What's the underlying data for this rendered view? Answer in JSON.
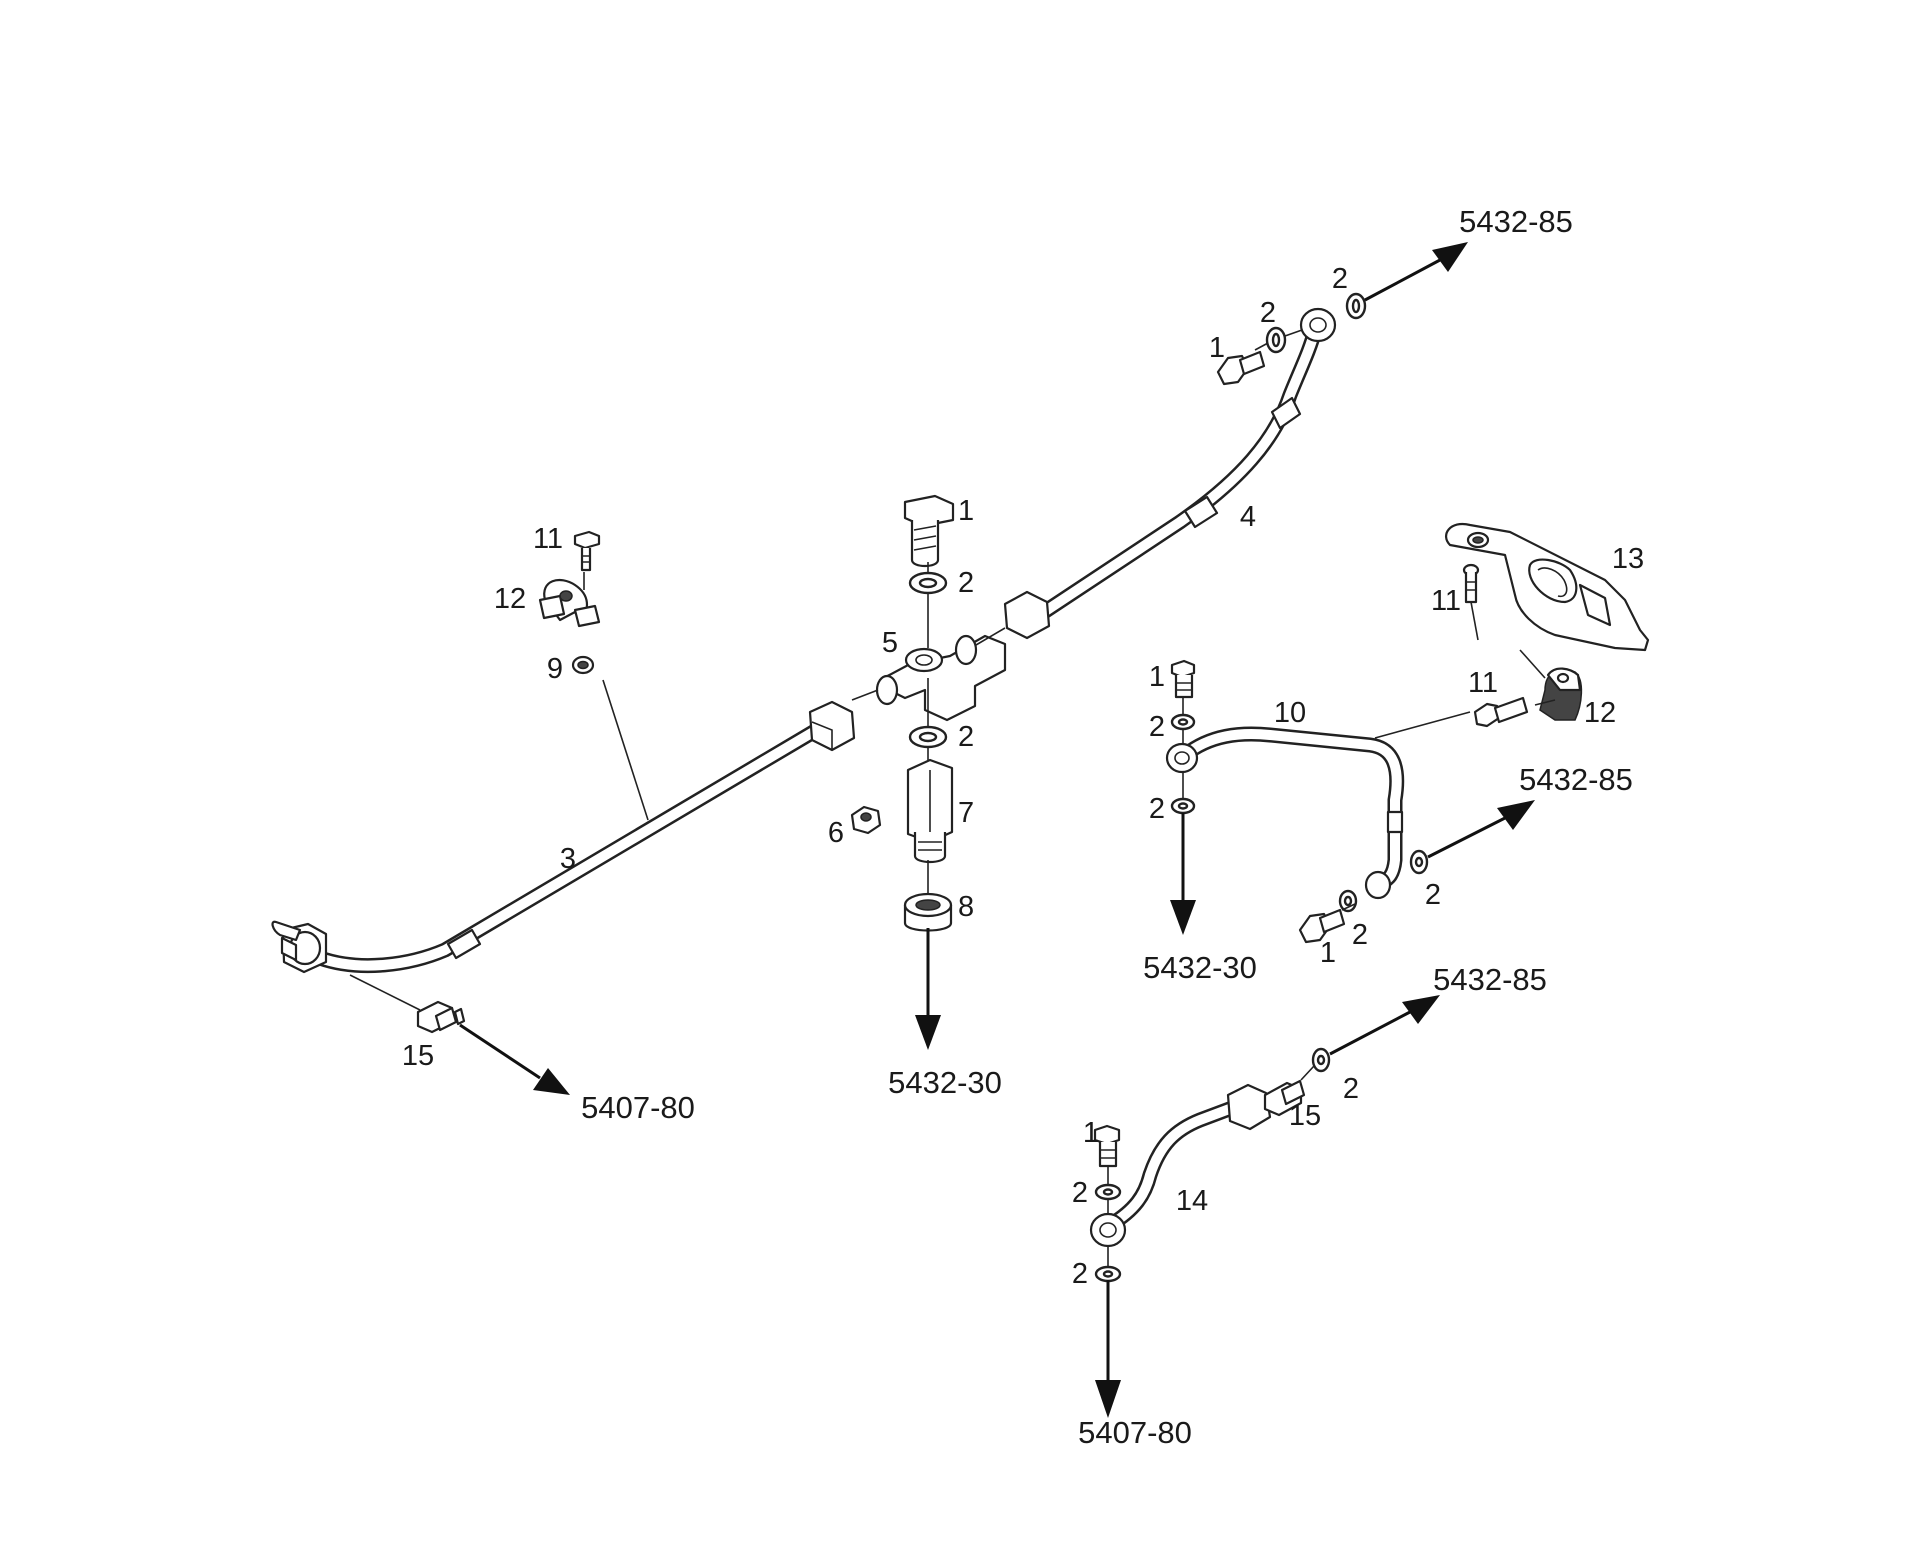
{
  "parts": {
    "p1a": "1",
    "p1b": "1",
    "p1c": "1",
    "p1d": "1",
    "p1e": "1",
    "p2a": "2",
    "p2b": "2",
    "p2c": "2",
    "p2d": "2",
    "p2e": "2",
    "p2f": "2",
    "p2g": "2",
    "p2h": "2",
    "p2i": "2",
    "p2j": "2",
    "p2k": "2",
    "p3": "3",
    "p4": "4",
    "p5": "5",
    "p6": "6",
    "p7": "7",
    "p8": "8",
    "p9": "9",
    "p10": "10",
    "p11a": "11",
    "p11b": "11",
    "p11c": "11",
    "p12a": "12",
    "p12b": "12",
    "p13": "13",
    "p14": "14",
    "p15a": "15",
    "p15b": "15"
  },
  "refs": {
    "r_top": "5432-85",
    "r_mid_right": "5432-85",
    "r_low_right": "5432-85",
    "r_center_down": "5432-30",
    "r_right_down": "5432-30",
    "r_left": "5407-80",
    "r_bottom": "5407-80"
  }
}
